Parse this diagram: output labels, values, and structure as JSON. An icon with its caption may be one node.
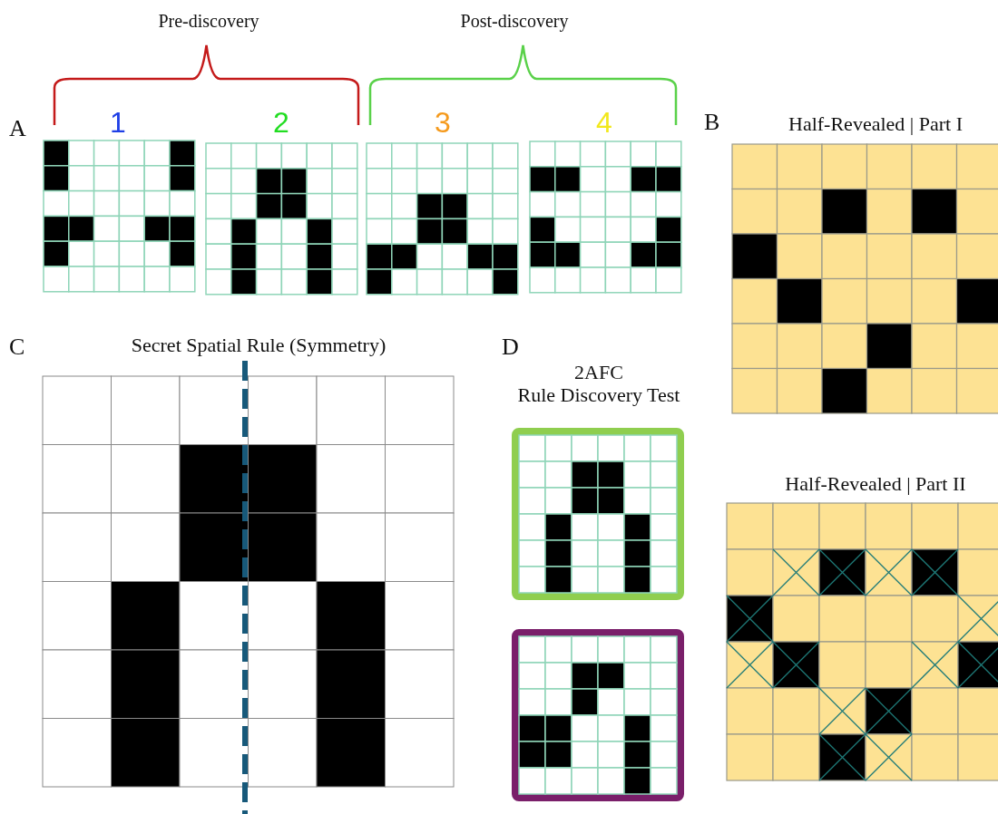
{
  "diagram": {
    "labels": [
      "Pre-discovery",
      "Post-discovery",
      "A",
      "1",
      "2",
      "3",
      "4",
      "B",
      "Half-Revealed | Part I",
      "C",
      "Secret Spatial Rule (Symmetry)",
      "D",
      "2AFC Rule Discovery Test",
      "Half-Revealed | Part II"
    ]
  }
}
